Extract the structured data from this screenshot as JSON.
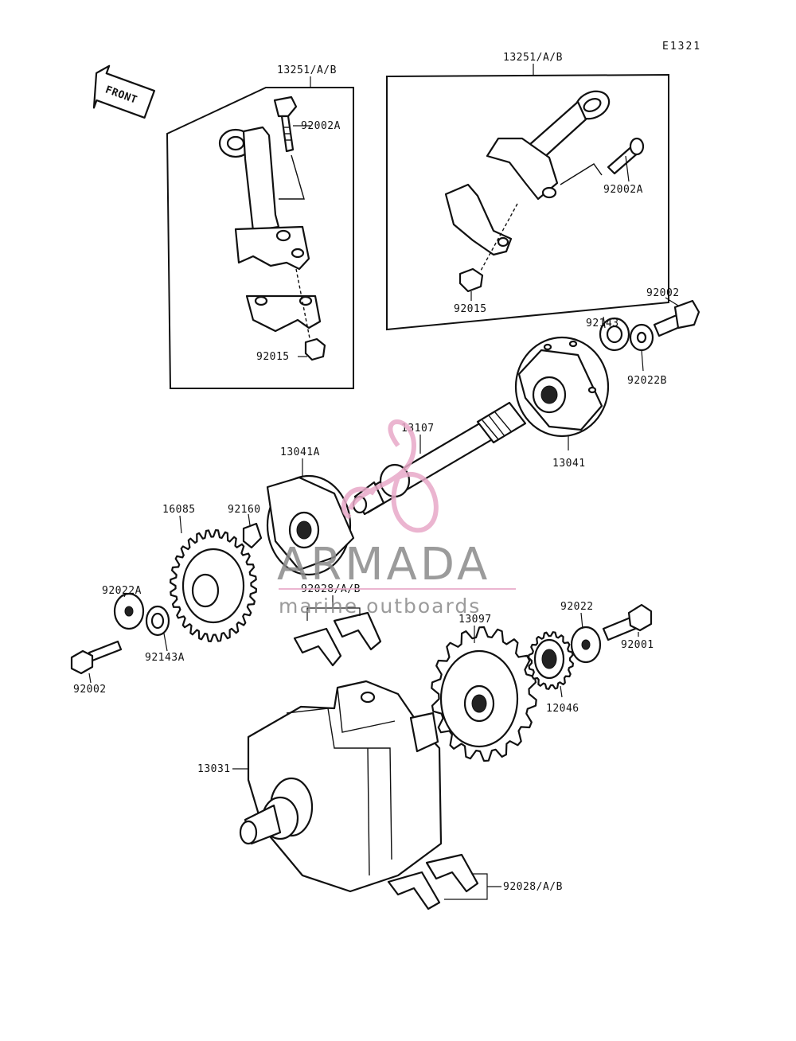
{
  "diagram": {
    "code": "E1321",
    "front_label": "FRONT",
    "labels": {
      "conrod_left": "13251/A/B",
      "conrod_right": "13251/A/B",
      "bolt_left": "92002A",
      "bolt_right": "92002A",
      "nut_left": "92015",
      "nut_right": "92015",
      "bolt_92002_top": "92002",
      "collar_92143": "92143",
      "washer_92022B": "92022B",
      "shaft_13107": "13107",
      "weight_13041": "13041",
      "weight_13041A": "13041A",
      "sprocket_16085": "16085",
      "pin_92160": "92160",
      "washer_92022A": "92022A",
      "collar_92143A": "92143A",
      "bolt_92002_left": "92002",
      "bearing_upper": "92028/A/B",
      "gear_13097": "13097",
      "washer_92022": "92022",
      "bolt_92001": "92001",
      "gear_12046": "12046",
      "crankshaft_13031": "13031",
      "bearing_lower": "92028/A/B"
    }
  },
  "watermark": {
    "brand": "ARMADA",
    "tagline": "marine outboards",
    "accent_color": "#e8a9c8"
  }
}
